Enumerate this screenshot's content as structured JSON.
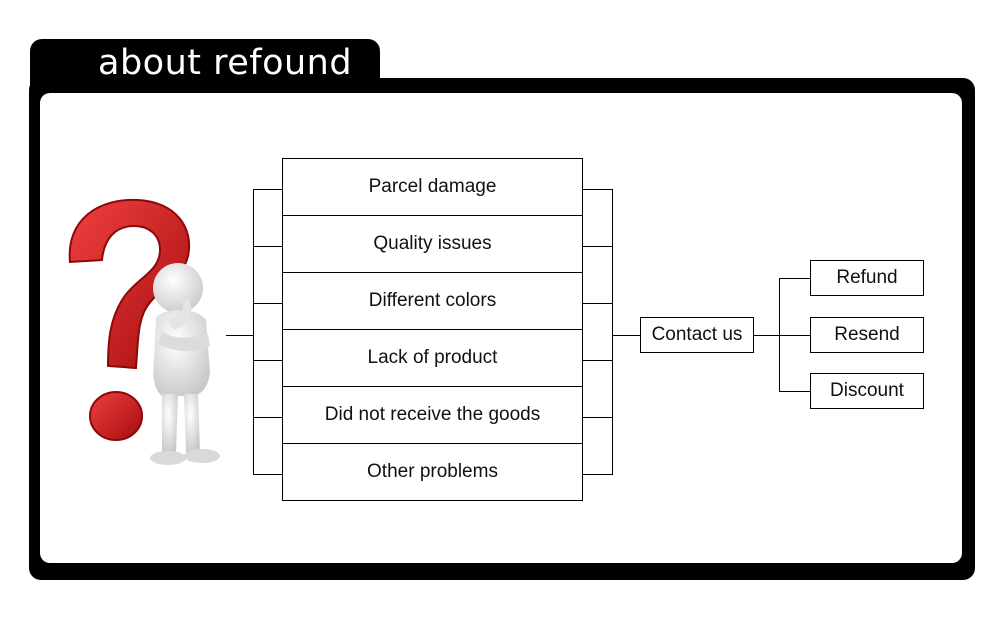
{
  "header": {
    "title": "about refound"
  },
  "diagram": {
    "reasons": [
      "Parcel damage",
      "Quality issues",
      "Different colors",
      "Lack of product",
      "Did not receive the goods",
      "Other problems"
    ],
    "contact": "Contact us",
    "outcomes": [
      "Refund",
      "Resend",
      "Discount"
    ]
  },
  "illustration": {
    "icon": "person-question-mark-icon",
    "accent": "#d61f1f"
  }
}
